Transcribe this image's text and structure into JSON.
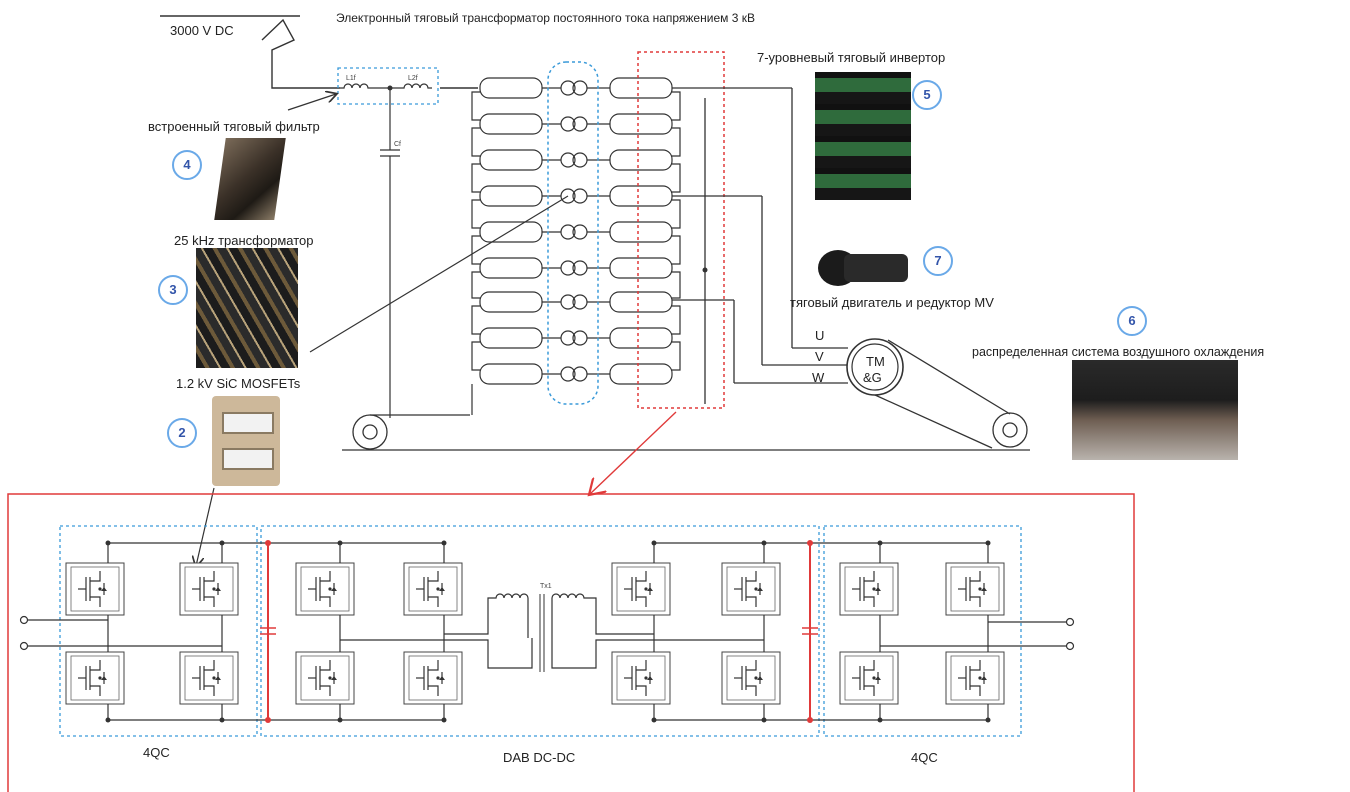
{
  "title": "Электронный тяговый трансформатор постоянного тока напряжением 3 кВ",
  "supply_label": "3000 V DC",
  "filter_label": "встроенный тяговый фильтр",
  "transformer_label": "25 kHz трансформатор",
  "mosfet_label": "1.2 kV SiC MOSFETs",
  "inverter_label": "7-уровневый тяговый инвертор",
  "motor_label": "тяговый двигатель и редуктор MV",
  "cooling_label": "распределенная система воздушного охлаждения",
  "phases": [
    "U",
    "V",
    "W"
  ],
  "motor_text": [
    "TM",
    "&G"
  ],
  "inductors": [
    "L1f",
    "L2f"
  ],
  "cap_label": "Cf",
  "tx_label": "Tx1",
  "badges": {
    "b2": "2",
    "b3": "3",
    "b4": "4",
    "b5": "5",
    "b6": "6",
    "b7": "7"
  },
  "bottom_labels": {
    "left": "4QC",
    "middle": "DAB DC-DC",
    "right": "4QC"
  },
  "colors": {
    "accent_red": "#e03a3a",
    "accent_blue": "#3a9ad9",
    "line": "#333333"
  }
}
